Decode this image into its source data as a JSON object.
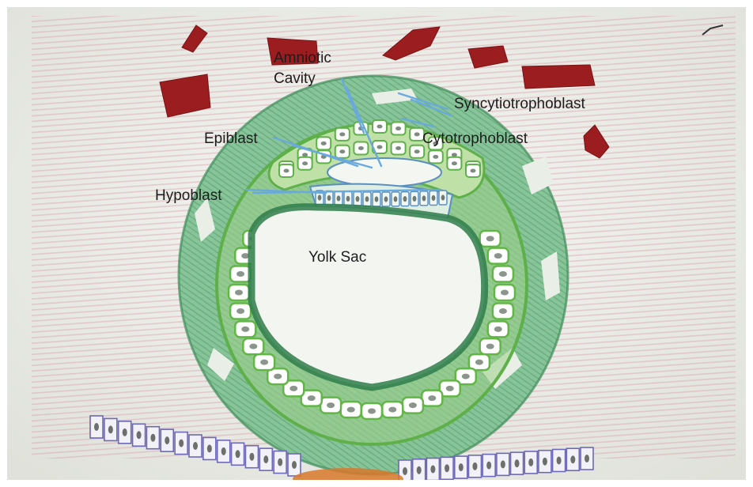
{
  "labels": {
    "amniotic_cavity_line1": "Amniotic",
    "amniotic_cavity_line2": "Cavity",
    "syncytiotrophoblast": "Syncytiotrophoblast",
    "epiblast": "Epiblast",
    "cytotrophoblast": "Cytotrophoblast",
    "hypoblast": "Hypoblast",
    "yolk_sac": "Yolk Sac"
  },
  "colors": {
    "paper": "#f3f4f0",
    "pencil_pink": "#d9a3ac",
    "blood_red": "#9e1c1c",
    "trophoblast_green": "#6cb27f",
    "cell_green": "#64b845",
    "dark_green": "#2f7f4c",
    "leader_blue": "#6aa9dd",
    "endometrium_purple": "#6e68b8"
  }
}
